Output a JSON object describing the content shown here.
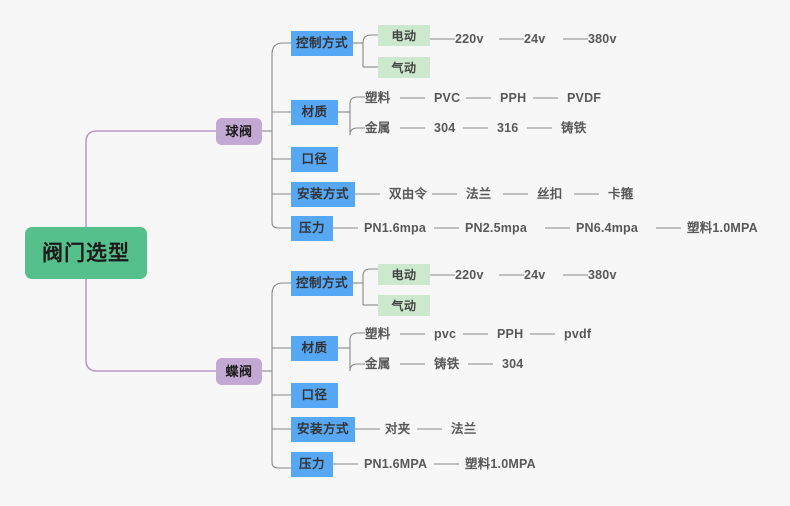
{
  "background_color": "#f7f7f7",
  "palette": {
    "root_node": "#56c08c",
    "level2_node": "#c3a8d4",
    "level3_node": "#56a8f5",
    "level4_node": "#cde9cd",
    "root_connector": "#b89cc8",
    "branch_connector": "#888888",
    "leaf_text": "#585858"
  },
  "mindmap": {
    "root": {
      "label": "阀门选型"
    },
    "branches": [
      {
        "label": "球阀",
        "attributes": [
          {
            "label": "控制方式",
            "children": [
              {
                "label": "电动",
                "type": "node",
                "leaves": [
                  "220v",
                  "24v",
                  "380v"
                ]
              },
              {
                "label": "气动",
                "type": "node",
                "leaves": []
              }
            ]
          },
          {
            "label": "材质",
            "children": [
              {
                "label": "塑料",
                "type": "text",
                "leaves": [
                  "PVC",
                  "PPH",
                  "PVDF"
                ]
              },
              {
                "label": "金属",
                "type": "text",
                "leaves": [
                  "304",
                  "316",
                  "铸铁"
                ]
              }
            ]
          },
          {
            "label": "口径",
            "children": []
          },
          {
            "label": "安装方式",
            "leaves": [
              "双由令",
              "法兰",
              "丝扣",
              "卡箍"
            ]
          },
          {
            "label": "压力",
            "leaves": [
              "PN1.6mpa",
              "PN2.5mpa",
              "PN6.4mpa",
              "塑料1.0MPA"
            ]
          }
        ]
      },
      {
        "label": "蝶阀",
        "attributes": [
          {
            "label": "控制方式",
            "children": [
              {
                "label": "电动",
                "type": "node",
                "leaves": [
                  "220v",
                  "24v",
                  "380v"
                ]
              },
              {
                "label": "气动",
                "type": "node",
                "leaves": []
              }
            ]
          },
          {
            "label": "材质",
            "children": [
              {
                "label": "塑料",
                "type": "text",
                "leaves": [
                  "pvc",
                  "PPH",
                  "pvdf"
                ]
              },
              {
                "label": "金属",
                "type": "text",
                "leaves": [
                  "铸铁",
                  "304"
                ]
              }
            ]
          },
          {
            "label": "口径",
            "children": []
          },
          {
            "label": "安装方式",
            "leaves": [
              "对夹",
              "法兰"
            ]
          },
          {
            "label": "压力",
            "leaves": [
              "PN1.6MPA",
              "塑料1.0MPA"
            ]
          }
        ]
      }
    ]
  }
}
